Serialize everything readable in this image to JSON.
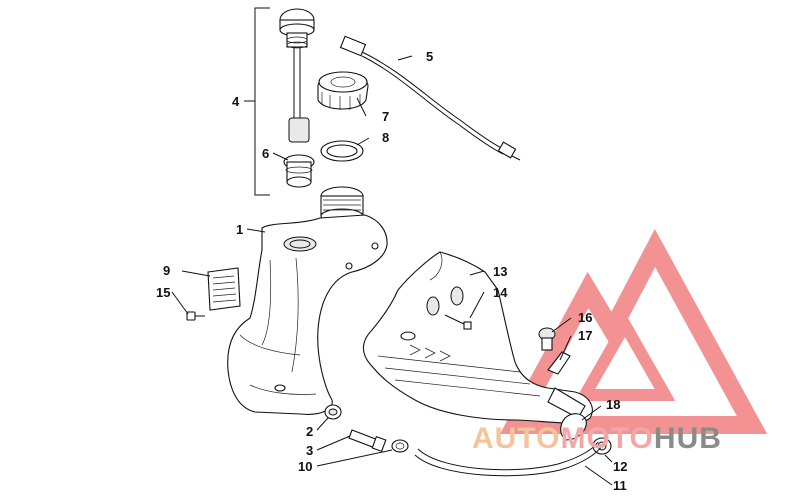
{
  "labels": {
    "p1": "1",
    "p2": "2",
    "p3": "3",
    "p4": "4",
    "p5": "5",
    "p6": "6",
    "p7": "7",
    "p8": "8",
    "p9": "9",
    "p10": "10",
    "p11": "11",
    "p12": "12",
    "p13": "13",
    "p14": "14",
    "p15": "15",
    "p16": "16",
    "p17": "17",
    "p18": "18"
  },
  "watermark": {
    "part1": "AUTO",
    "part2": "MOTO",
    "part3": "HUB",
    "color_auto": "#f2c59a",
    "color_moto": "#f2a6a6",
    "color_hub": "#8a8a8a",
    "logo_color": "#f08080"
  }
}
